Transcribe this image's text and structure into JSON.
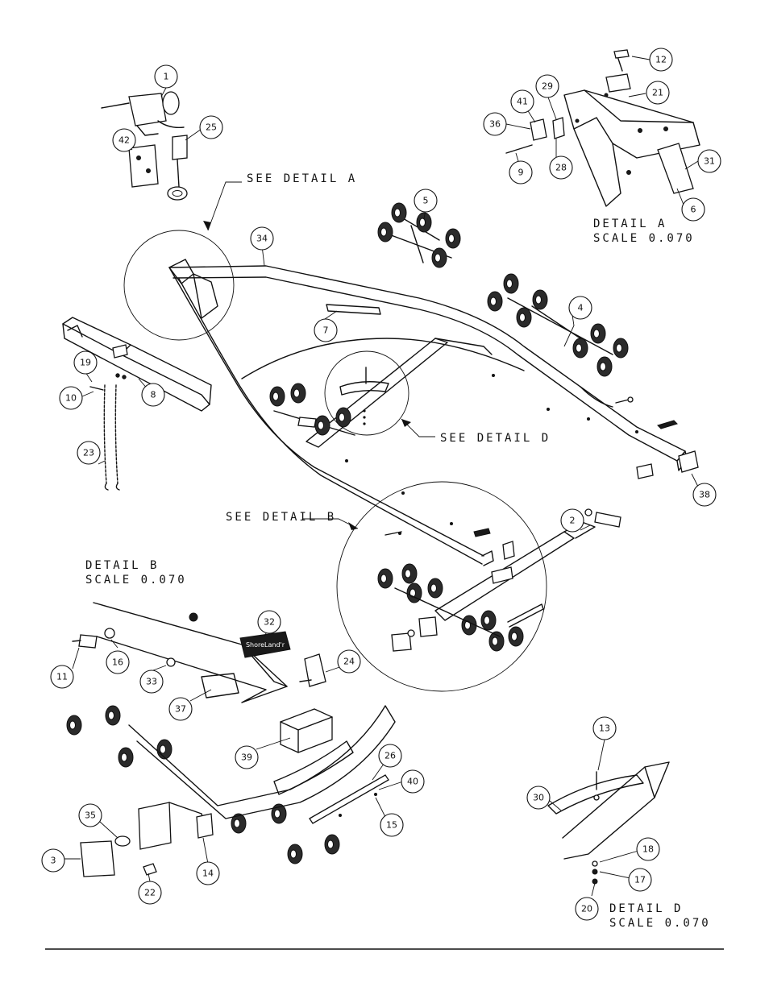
{
  "detail_labels": {
    "see_a": "SEE DETAIL  A",
    "see_b": "SEE DETAIL  B",
    "see_d": "SEE DETAIL  D",
    "detail_a": "DETAIL  A",
    "detail_b": "DETAIL  B",
    "detail_d": "DETAIL  D",
    "scale": "SCALE  0.070"
  },
  "sticker_text": "ShoreLand'r",
  "callouts": [
    "1",
    "2",
    "3",
    "4",
    "5",
    "6",
    "7",
    "8",
    "9",
    "10",
    "11",
    "12",
    "13",
    "14",
    "15",
    "16",
    "17",
    "18",
    "19",
    "20",
    "21",
    "22",
    "23",
    "24",
    "25",
    "26",
    "28",
    "29",
    "30",
    "31",
    "32",
    "33",
    "34",
    "35",
    "36",
    "37",
    "38",
    "39",
    "40",
    "41",
    "42"
  ]
}
